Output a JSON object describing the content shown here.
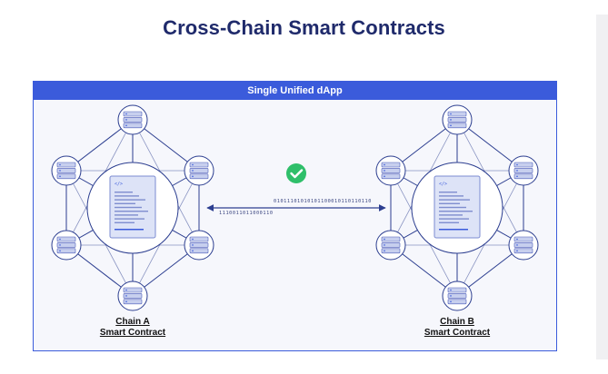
{
  "title": "Cross-Chain Smart Contracts",
  "panel": {
    "header": "Single Unified dApp"
  },
  "chain_a": {
    "line1": "Chain A",
    "line2": "Smart Contract"
  },
  "chain_b": {
    "line1": "Chain B",
    "line2": "Smart Contract"
  },
  "messages": {
    "top": "01011101010101100010110110110",
    "bottom": "1110011011000110"
  },
  "icons": {
    "check": "check-circle-icon",
    "server": "server-icon",
    "code": "code-document-icon"
  },
  "colors": {
    "title": "#1f2a6b",
    "accent": "#3b5bdb",
    "check": "#2fbf6a",
    "line": "#2c3e90"
  }
}
